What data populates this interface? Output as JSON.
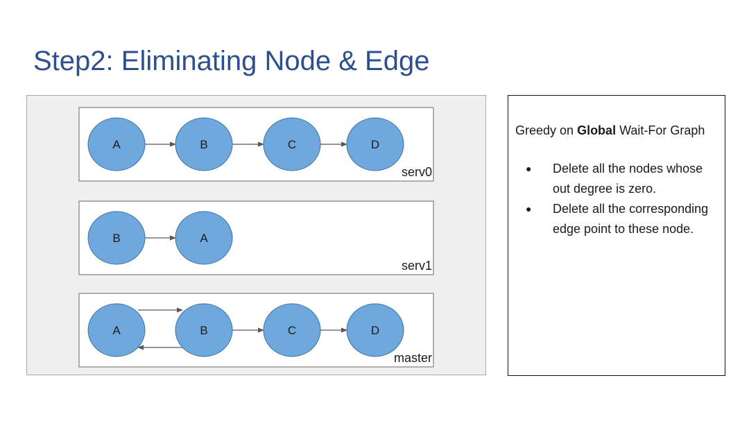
{
  "slide": {
    "title": "Step2: Eliminating Node & Edge"
  },
  "diagram": {
    "node_color": "#6fa8dc",
    "boxes": [
      {
        "label": "serv0",
        "nodes": [
          "A",
          "B",
          "C",
          "D"
        ],
        "edges": [
          [
            "A",
            "B"
          ],
          [
            "B",
            "C"
          ],
          [
            "C",
            "D"
          ]
        ]
      },
      {
        "label": "serv1",
        "nodes": [
          "B",
          "A"
        ],
        "edges": [
          [
            "B",
            "A"
          ]
        ]
      },
      {
        "label": "master",
        "nodes": [
          "A",
          "B",
          "C",
          "D"
        ],
        "edges": [
          [
            "A",
            "B"
          ],
          [
            "B",
            "A"
          ],
          [
            "B",
            "C"
          ],
          [
            "C",
            "D"
          ]
        ]
      }
    ]
  },
  "info": {
    "heading_prefix": "Greedy on ",
    "heading_bold": "Global",
    "heading_suffix": " Wait-For Graph",
    "bullets": [
      "Delete all the nodes whose out degree is zero.",
      "Delete all the corresponding edge point to these node."
    ]
  }
}
